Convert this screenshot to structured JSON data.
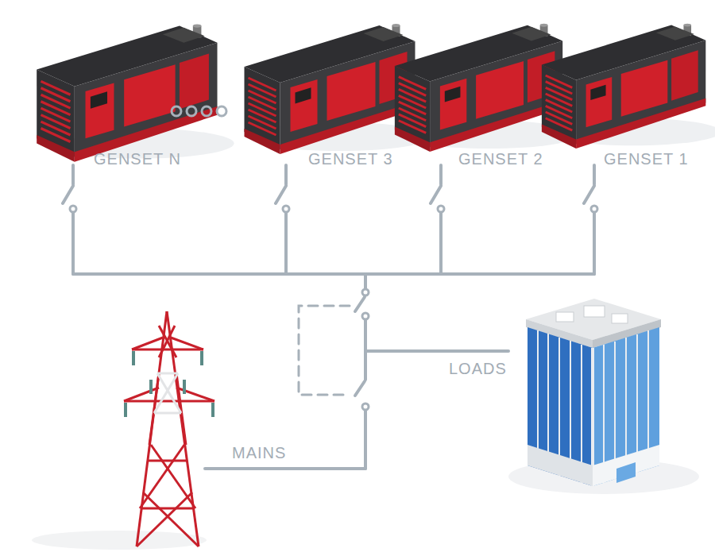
{
  "diagram": {
    "labels": [
      "GENSET N",
      "GENSET 3",
      "GENSET 2",
      "GENSET 1",
      "LOADS",
      "MAINS"
    ]
  }
}
